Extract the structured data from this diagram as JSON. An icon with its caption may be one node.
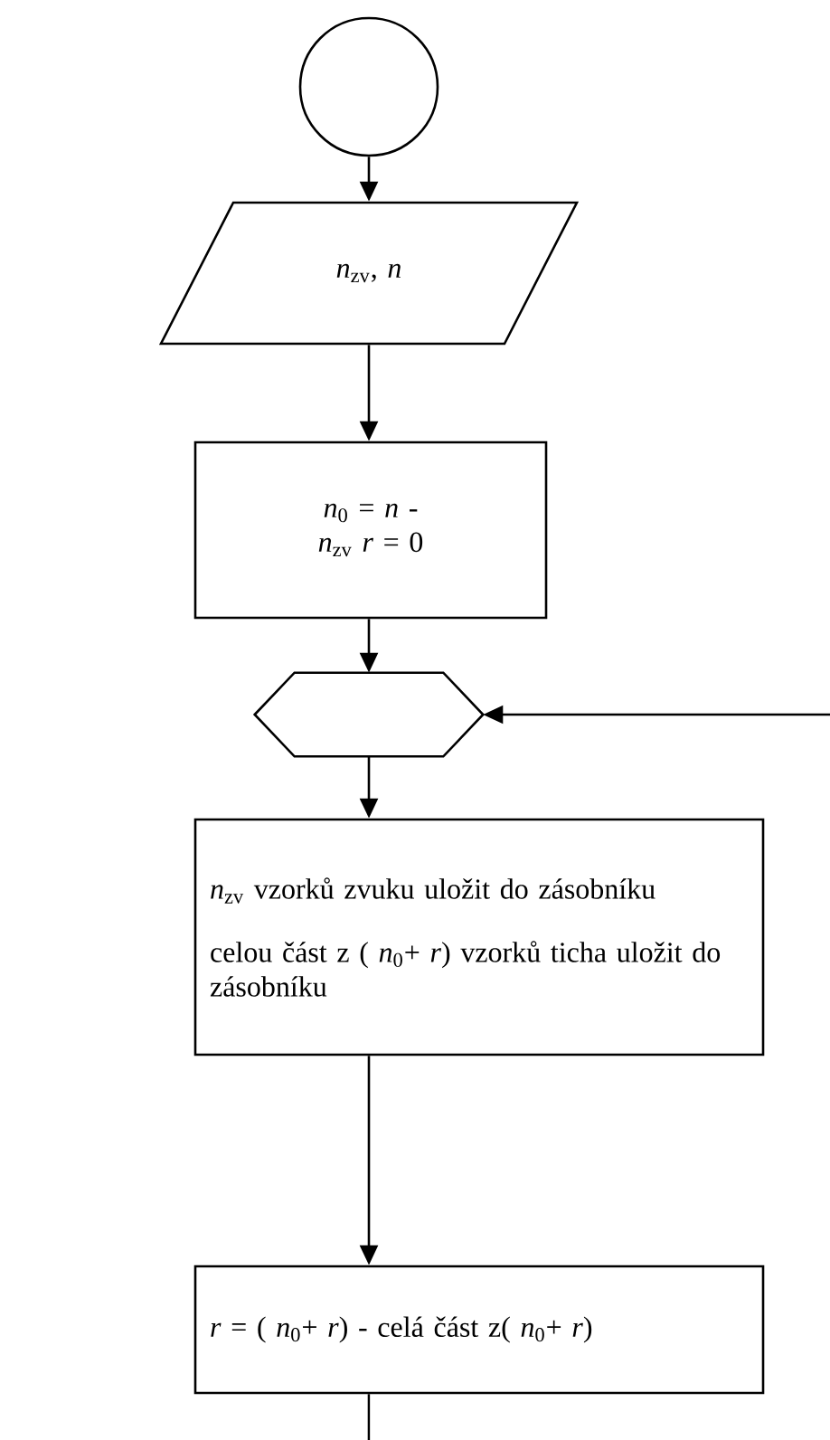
{
  "diagram": {
    "nodes": [
      {
        "text": [],
        "shape": "circle"
      },
      {
        "text": [
          "*n*$_{zv}$, *n*"
        ]
      },
      {
        "text": [
          "*n*$_{0}$ = *n* - *n*$_{zv}$ *r* = 0"
        ]
      },
      {
        "text": [],
        "shape": "hexagon"
      },
      {
        "text": [
          "*n*$_{zv}$ vzorků zvuku uložit do zásobníku",
          "celou část z ( *n*$_{0}$+ *r*) vzorků ticha uložit do zásobníku"
        ]
      },
      {
        "text": [
          "*r* = ( *n*$_{0}$+ *r*) - celá část z( *n*$_{0}$+ *r*)"
        ]
      }
    ],
    "edges": [
      {
        "from": 0,
        "to": 1,
        "arrow": "to"
      },
      {
        "from": 1,
        "to": 2,
        "arrow": "to"
      },
      {
        "from": 2,
        "to": 3,
        "arrow": "to"
      },
      {
        "from": null,
        "to": 3,
        "arrow": "to"
      },
      {
        "from": 3,
        "to": 4,
        "arrow": "to"
      },
      {
        "from": 4,
        "to": 5,
        "arrow": "to"
      },
      {
        "from": 5,
        "to": null,
        "arrow": "none"
      }
    ]
  }
}
